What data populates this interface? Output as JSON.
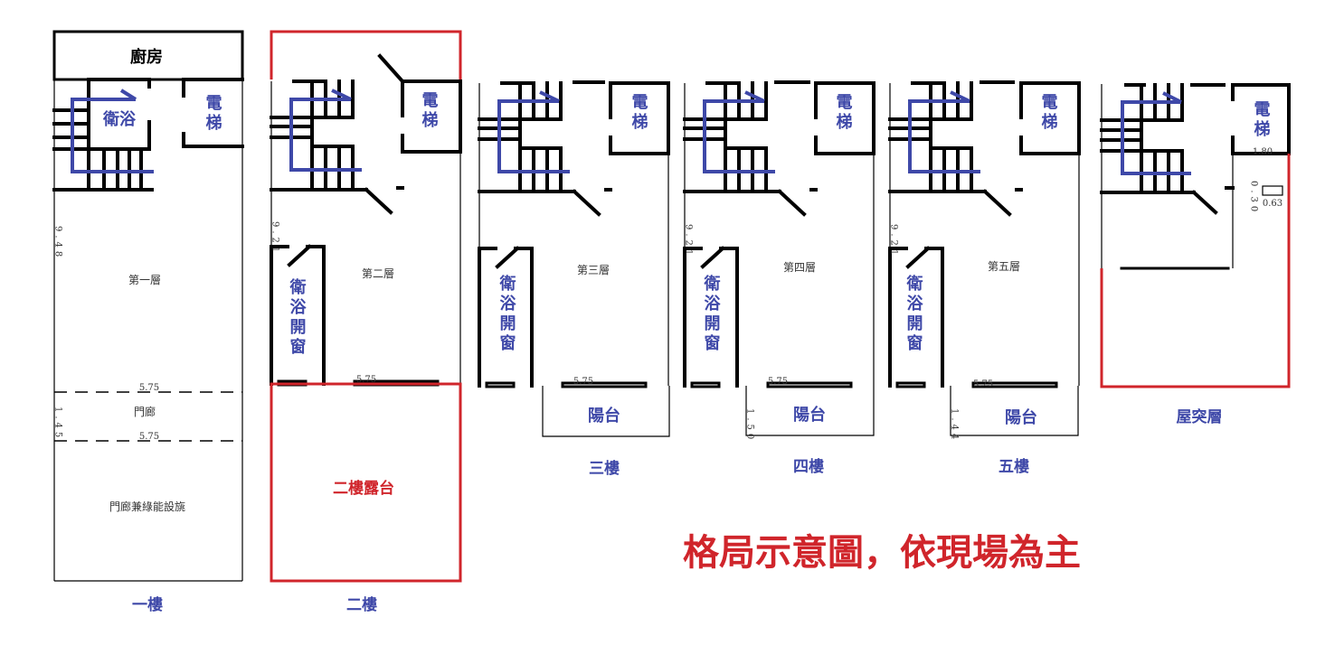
{
  "rooms": {
    "kitchen": "廚房",
    "bathroom": "衛浴",
    "elevator": "電梯",
    "bathroom_window": "衛浴開窗",
    "porch": "門廊",
    "porch_green": "門廊兼綠能設旐",
    "terrace_2f": "二樓露台",
    "balcony": "陽台"
  },
  "level_names": [
    "第一層",
    "第二層",
    "第三層",
    "第四層",
    "第五層"
  ],
  "floor_labels": [
    "一樓",
    "二樓",
    "三樓",
    "四樓",
    "五樓",
    "屋突層"
  ],
  "dimensions": {
    "f1_depth": "9.48",
    "f1_width_a": "5.75",
    "f1_porch_depth": "1.45",
    "f1_width_b": "5.75",
    "f2_depth": "9.21",
    "f2_width": "5.75",
    "f3_width": "5.75",
    "f4_depth": "9.21",
    "f4_width": "5.75",
    "f4_balcony": "1.50",
    "f5_depth": "9.21",
    "f5_width": "5.75",
    "f5_balcony": "1.44",
    "roof_elev_width": "1.80",
    "roof_a": "0.30",
    "roof_b": "0.63"
  },
  "note": "格局示意圖，依現場為主"
}
